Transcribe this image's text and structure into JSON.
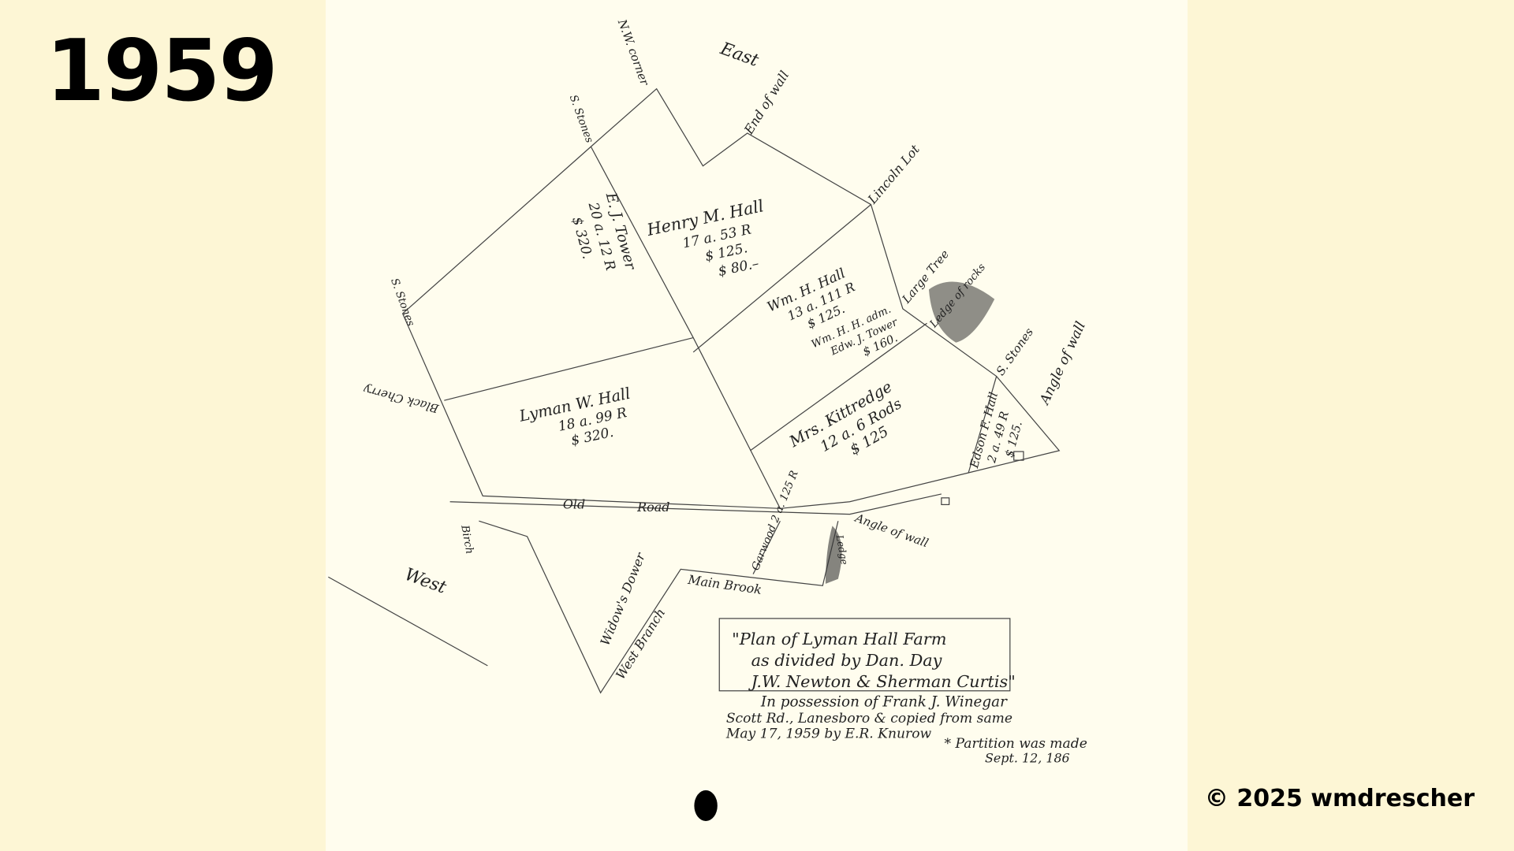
{
  "year": "1959",
  "copyright": "© 2025 wmdrescher",
  "map": {
    "compass": {
      "east": "East",
      "west": "West"
    },
    "markers": [
      "N.W. corner",
      "End of wall",
      "Lincoln Lot",
      "Large Tree",
      "Ledge of rocks",
      "S. Stones",
      "S. Stones",
      "S. Stones",
      "Angle of wall",
      "Black Cherry",
      "Birch",
      "Angle of wall",
      "Ledge"
    ],
    "roads": {
      "old_road_1": "Old",
      "old_road_2": "Road",
      "main_brook": "Main Brook",
      "west_branch": "West Branch",
      "widows_dower": "Widow's Dower",
      "garwood": "Garwood 2 a. 125 R"
    },
    "parcels": [
      {
        "owner": "E. J. Tower",
        "area": "20 a. 12 R",
        "value": "$ 320."
      },
      {
        "owner": "Henry M. Hall",
        "area": "17 a. 53 R",
        "value": "$ 125.",
        "extra": "$ 80.–"
      },
      {
        "owner": "Wm. H. Hall",
        "area": "13 a. 111 R",
        "value": "$ 125.",
        "note1": "Wm. H. H. adm.",
        "note2": "Edw. J. Tower",
        "extra": "$ 160."
      },
      {
        "owner": "Lyman W. Hall",
        "area": "18 a. 99 R",
        "value": "$ 320."
      },
      {
        "owner": "Mrs. Kittredge",
        "area": "12 a. 6 Rods",
        "value": "$ 125"
      },
      {
        "owner": "Edson F. Hall",
        "area": "2 a. 49 R",
        "value": "$ 125."
      }
    ],
    "title_box": [
      "\"Plan of Lyman Hall Farm",
      "as divided by Dan. Day",
      "J.W. Newton & Sherman Curtis\""
    ],
    "notes": [
      "In possession of Frank J. Winegar",
      "Scott Rd., Lanesboro & copied from same",
      "May 17, 1959 by E.R. Knurow"
    ],
    "partition_note": [
      "* Partition was made",
      "Sept. 12, 186"
    ]
  }
}
